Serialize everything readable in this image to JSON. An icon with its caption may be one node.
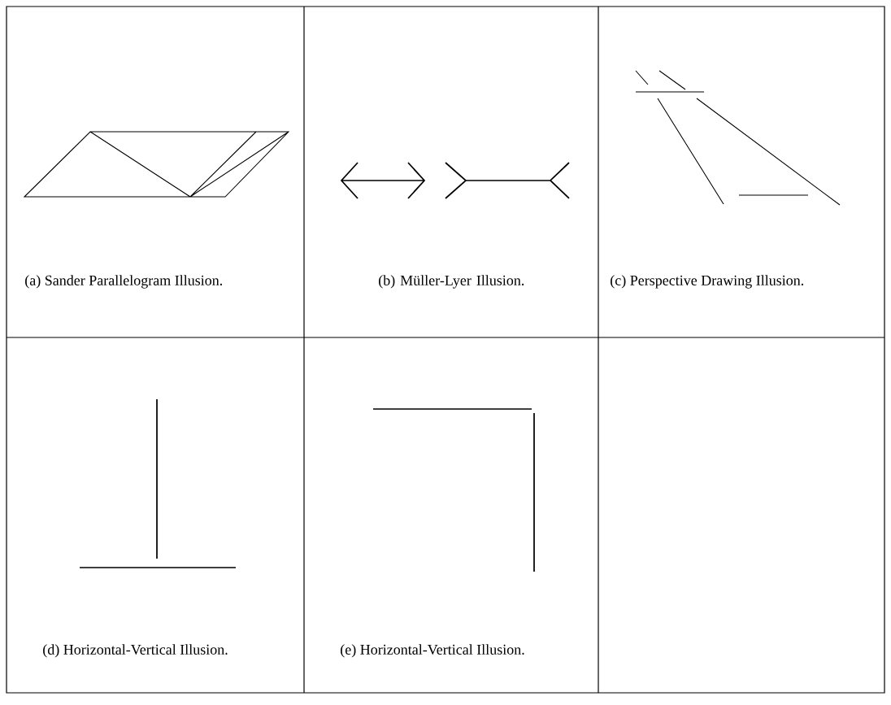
{
  "diagram": {
    "labels": [
      "(a) Sander Parallelogram Illusion.",
      "(b) Müller-Lyer Illusion.",
      "(c) Perspective Drawing Illusion.",
      "(d) Horizontal-Vertical Illusion.",
      "(e) Horizontal-Vertical Illusion."
    ]
  }
}
